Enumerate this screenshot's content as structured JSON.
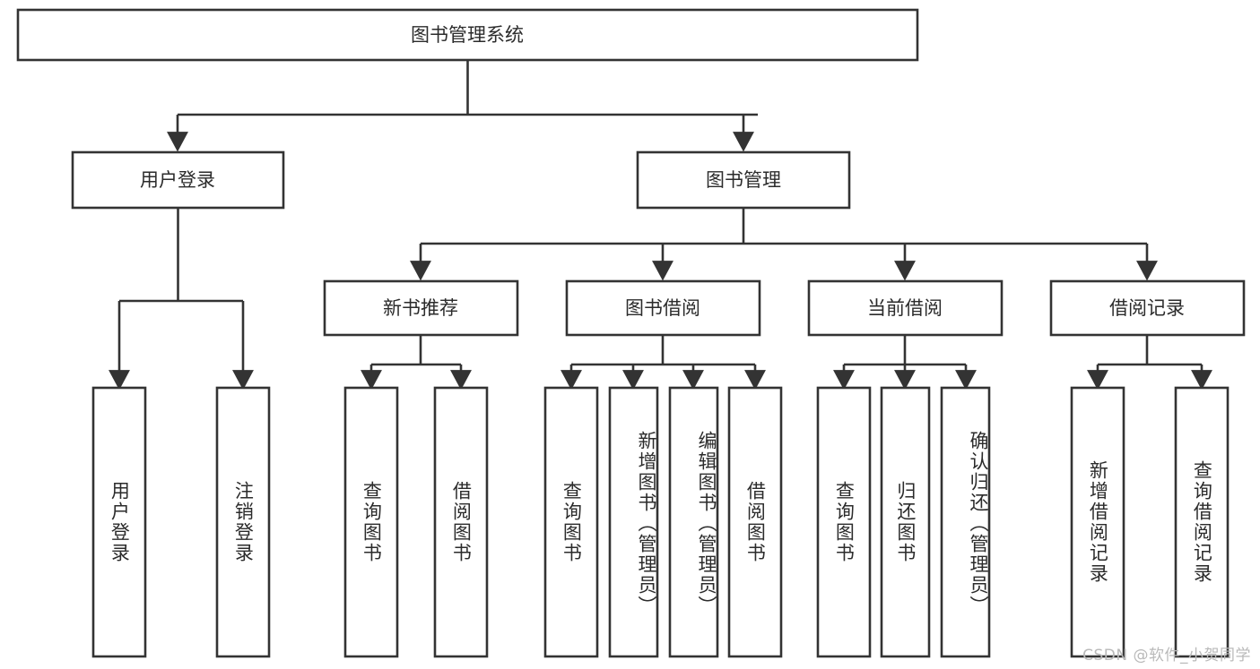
{
  "diagram": {
    "type": "hierarchy-tree",
    "title": "图书管理系统",
    "orientation": "top-down",
    "colors": {
      "box_stroke": "#333333",
      "box_fill": "#ffffff",
      "text": "#2b2b2b",
      "background": "#ffffff",
      "watermark": "#b9b9b9"
    },
    "levels": {
      "level1": [
        "图书管理系统"
      ],
      "level2": [
        "用户登录",
        "图书管理"
      ],
      "level3": [
        "新书推荐",
        "图书借阅",
        "当前借阅",
        "借阅记录"
      ],
      "level4": [
        "用户登录",
        "注销登录",
        "查询图书",
        "借阅图书",
        "查询图书",
        "新增图书（管理员）",
        "编辑图书（管理员）",
        "借阅图书",
        "查询图书",
        "归还图书",
        "确认归还（管理员）",
        "新增借阅记录",
        "查询借阅记录"
      ]
    },
    "nodes": {
      "root": {
        "label": "图书管理系统"
      },
      "user_login": {
        "label": "用户登录"
      },
      "book_manage": {
        "label": "图书管理"
      },
      "new_book_rec": {
        "label": "新书推荐"
      },
      "book_borrow": {
        "label": "图书借阅"
      },
      "current_borrow": {
        "label": "当前借阅"
      },
      "borrow_record": {
        "label": "借阅记录"
      },
      "leaf_user_login": {
        "label": "用户登录"
      },
      "leaf_user_logout": {
        "label": "注销登录"
      },
      "leaf_query_book_a": {
        "label": "查询图书"
      },
      "leaf_borrow_book_a": {
        "label": "借阅图书"
      },
      "leaf_query_book_b": {
        "label": "查询图书"
      },
      "leaf_add_book_admin": {
        "label": "新增图书（管理员）"
      },
      "leaf_edit_book_admin": {
        "label": "编辑图书（管理员）"
      },
      "leaf_borrow_book_b": {
        "label": "借阅图书"
      },
      "leaf_query_book_c": {
        "label": "查询图书"
      },
      "leaf_return_book": {
        "label": "归还图书"
      },
      "leaf_confirm_return_admin": {
        "label": "确认归还（管理员）"
      },
      "leaf_add_borrow_record": {
        "label": "新增借阅记录"
      },
      "leaf_query_borrow_record": {
        "label": "查询借阅记录"
      }
    },
    "edges": [
      {
        "from": "图书管理系统",
        "to": "用户登录"
      },
      {
        "from": "图书管理系统",
        "to": "图书管理"
      },
      {
        "from": "用户登录",
        "to": "用户登录"
      },
      {
        "from": "用户登录",
        "to": "注销登录"
      },
      {
        "from": "图书管理",
        "to": "新书推荐"
      },
      {
        "from": "图书管理",
        "to": "图书借阅"
      },
      {
        "from": "图书管理",
        "to": "当前借阅"
      },
      {
        "from": "图书管理",
        "to": "借阅记录"
      },
      {
        "from": "新书推荐",
        "to": "查询图书"
      },
      {
        "from": "新书推荐",
        "to": "借阅图书"
      },
      {
        "from": "图书借阅",
        "to": "查询图书"
      },
      {
        "from": "图书借阅",
        "to": "新增图书（管理员）"
      },
      {
        "from": "图书借阅",
        "to": "编辑图书（管理员）"
      },
      {
        "from": "图书借阅",
        "to": "借阅图书"
      },
      {
        "from": "当前借阅",
        "to": "查询图书"
      },
      {
        "from": "当前借阅",
        "to": "归还图书"
      },
      {
        "from": "当前借阅",
        "to": "确认归还（管理员）"
      },
      {
        "from": "借阅记录",
        "to": "新增借阅记录"
      },
      {
        "from": "借阅记录",
        "to": "查询借阅记录"
      }
    ]
  },
  "watermark": {
    "text": "CSDN @软件_小贺同学"
  }
}
